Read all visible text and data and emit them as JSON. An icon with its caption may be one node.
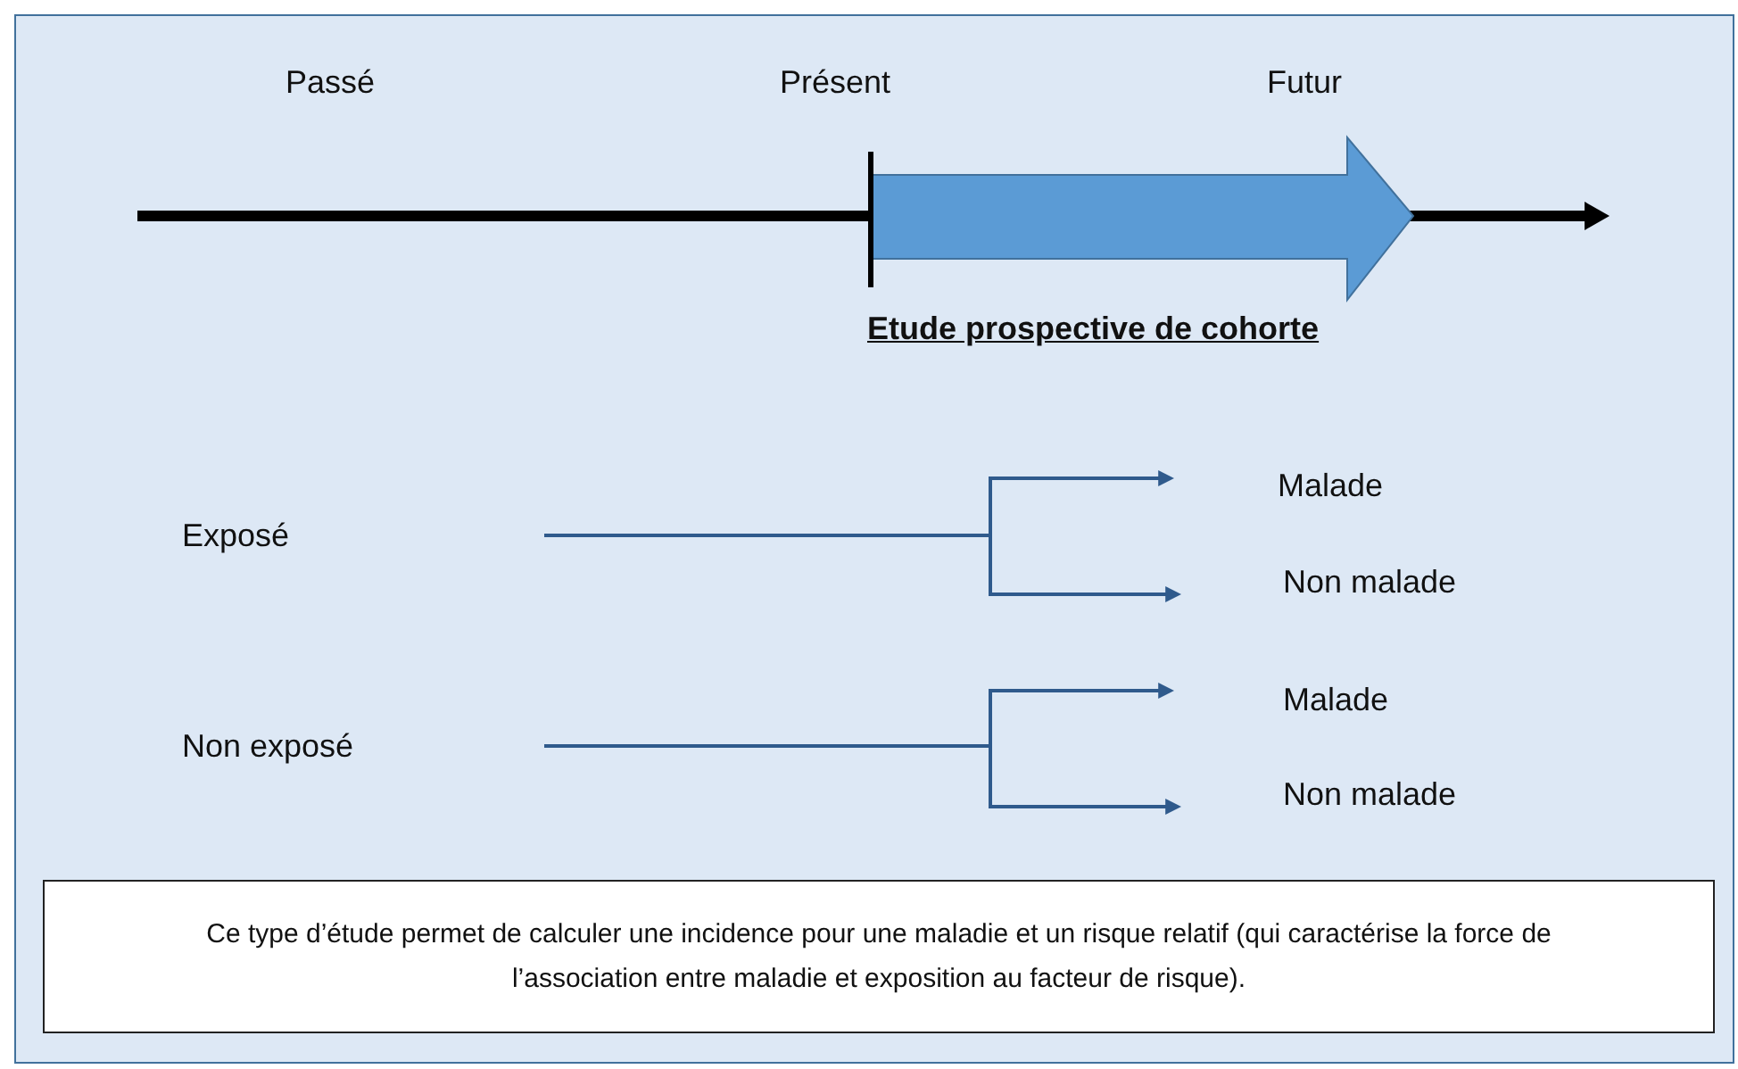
{
  "diagram": {
    "nodes": [
      {
        "text": [
          "Exposé"
        ]
      },
      {
        "text": [
          "Non exposé"
        ]
      },
      {
        "text": [
          "Malade"
        ]
      },
      {
        "text": [
          "Non malade"
        ]
      },
      {
        "text": [
          "Malade"
        ]
      },
      {
        "text": [
          "Non malade"
        ]
      },
      {
        "text": [
          "Ce type d’étude permet de calculer une incidence pour une maladie et un risque relatif (qui caractérise la force de l’association entre maladie et exposition au facteur de risque)."
        ]
      }
    ],
    "edges": [
      {
        "from": null,
        "to": 2,
        "arrow": "to"
      },
      {
        "from": null,
        "to": 3,
        "arrow": "to"
      },
      {
        "from": null,
        "to": 4,
        "arrow": "to"
      },
      {
        "from": null,
        "to": 5,
        "arrow": "to"
      }
    ],
    "labels": [
      "Passé",
      "Présent",
      "Futur",
      "Etude prospective de cohorte"
    ]
  }
}
